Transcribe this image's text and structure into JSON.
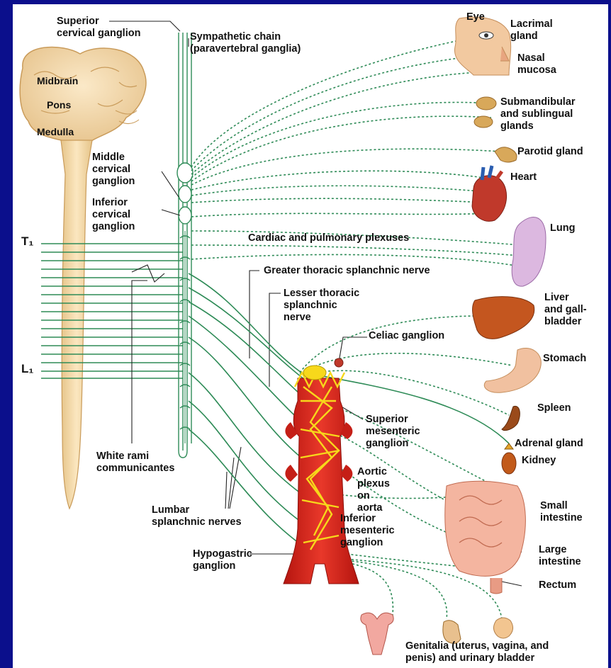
{
  "labels": {
    "superior_cervical_ganglion": "Superior\ncervical ganglion",
    "sympathetic_chain": "Sympathetic chain\n(paravertebral ganglia)",
    "midbrain": "Midbrain",
    "pons": "Pons",
    "medulla": "Medulla",
    "middle_cervical_ganglion": "Middle\ncervical\nganglion",
    "inferior_cervical_ganglion": "Inferior\ncervical\nganglion",
    "t1": "T₁",
    "l1": "L₁",
    "cardiac_pulmonary_plexuses": "Cardiac and pulmonary plexuses",
    "greater_thoracic_splanchnic": "Greater thoracic splanchnic nerve",
    "lesser_thoracic_splanchnic": "Lesser thoracic\nsplanchnic\nnerve",
    "celiac_ganglion": "Celiac ganglion",
    "superior_mesenteric_ganglion": "Superior\nmesenteric\nganglion",
    "aortic_plexus": "Aortic\nplexus\non\naorta",
    "inferior_mesenteric_ganglion": "Inferior\nmesenteric\nganglion",
    "white_rami": "White rami\ncommunicantes",
    "lumbar_splanchnic": "Lumbar\nsplanchnic nerves",
    "hypogastric_ganglion": "Hypogastric\nganglion",
    "eye": "Eye",
    "lacrimal_gland": "Lacrimal\ngland",
    "nasal_mucosa": "Nasal\nmucosa",
    "submandibular": "Submandibular\nand sublingual\nglands",
    "parotid_gland": "Parotid gland",
    "heart": "Heart",
    "lung": "Lung",
    "liver": "Liver\nand gall-\nbladder",
    "stomach": "Stomach",
    "spleen": "Spleen",
    "adrenal_gland": "Adrenal gland",
    "kidney": "Kidney",
    "small_intestine": "Small\nintestine",
    "large_intestine": "Large\nintestine",
    "rectum": "Rectum",
    "genitalia": "Genitalia (uterus, vagina, and\npenis) and urinary bladder"
  },
  "colors": {
    "background": "#0b0f8c",
    "panel": "#ffffff",
    "nerve": "#2e8b57",
    "spinal_cord": "#f3d9a4",
    "brain": "#f5deb3",
    "aorta": "#d4261c",
    "plexus": "#f7d81b"
  }
}
